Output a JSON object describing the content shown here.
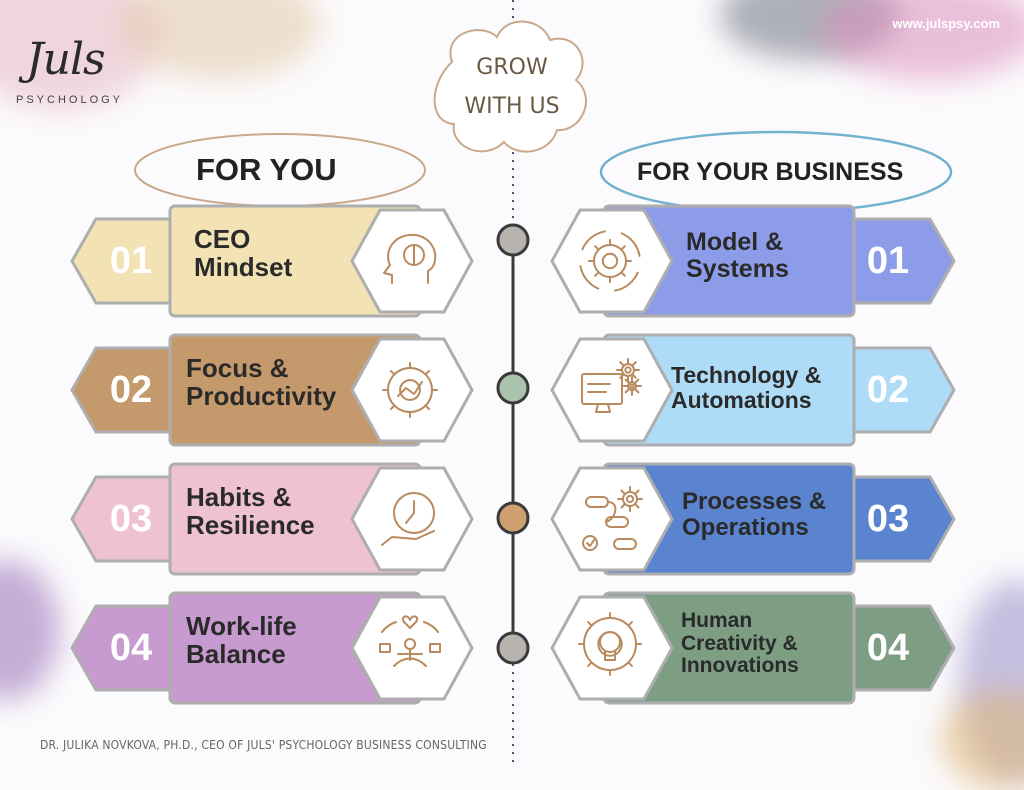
{
  "brand": {
    "logo_text": "Juls",
    "logo_sub": "PSYCHOLOGY",
    "website": "www.julspsy.com"
  },
  "banner": {
    "line1": "GROW",
    "line2": "WITH US"
  },
  "left": {
    "title": "FOR YOU",
    "items": [
      {
        "num": "01",
        "label1": "CEO",
        "label2": "Mindset",
        "icon": "brain-head-icon",
        "color": "#f3e2b3",
        "text_color": "#2a2a2a"
      },
      {
        "num": "02",
        "label1": "Focus &",
        "label2": "Productivity",
        "icon": "gear-chart-icon",
        "color": "#c49a6c",
        "text_color": "#2a2a2a"
      },
      {
        "num": "03",
        "label1": "Habits &",
        "label2": "Resilience",
        "icon": "clock-hand-icon",
        "color": "#efc2d3",
        "text_color": "#2a2a2a"
      },
      {
        "num": "04",
        "label1": "Work-life",
        "label2": "Balance",
        "icon": "meditation-icon",
        "color": "#c79ad0",
        "text_color": "#2a2a2a"
      }
    ]
  },
  "right": {
    "title": "FOR YOUR BUSINESS",
    "items": [
      {
        "num": "01",
        "label1": "Model &",
        "label2": "Systems",
        "label3": "",
        "icon": "gear-cycle-icon",
        "color": "#8c9ce8",
        "text_color": "#2a2a2a"
      },
      {
        "num": "02",
        "label1": "Technology  &",
        "label2": "Automations",
        "label3": "",
        "icon": "monitor-gears-icon",
        "color": "#aedbf5",
        "text_color": "#2a2a2a"
      },
      {
        "num": "03",
        "label1": "Processes &",
        "label2": "Operations",
        "label3": "",
        "icon": "process-flow-icon",
        "color": "#5b84d0",
        "text_color": "#2a2a2a"
      },
      {
        "num": "04",
        "label1": "Human",
        "label2": "Creativity &",
        "label3": "Innovations",
        "icon": "lightbulb-gear-icon",
        "color": "#7e9e84",
        "text_color": "#2a2a2a"
      }
    ]
  },
  "timeline_dots": [
    "#b7b3ad",
    "#a9c3ad",
    "#cfa06f",
    "#b7b3ad"
  ],
  "footer": "DR. JULIKA NOVKOVA, PH.D., CEO OF JULS' PSYCHOLOGY BUSINESS CONSULTING"
}
